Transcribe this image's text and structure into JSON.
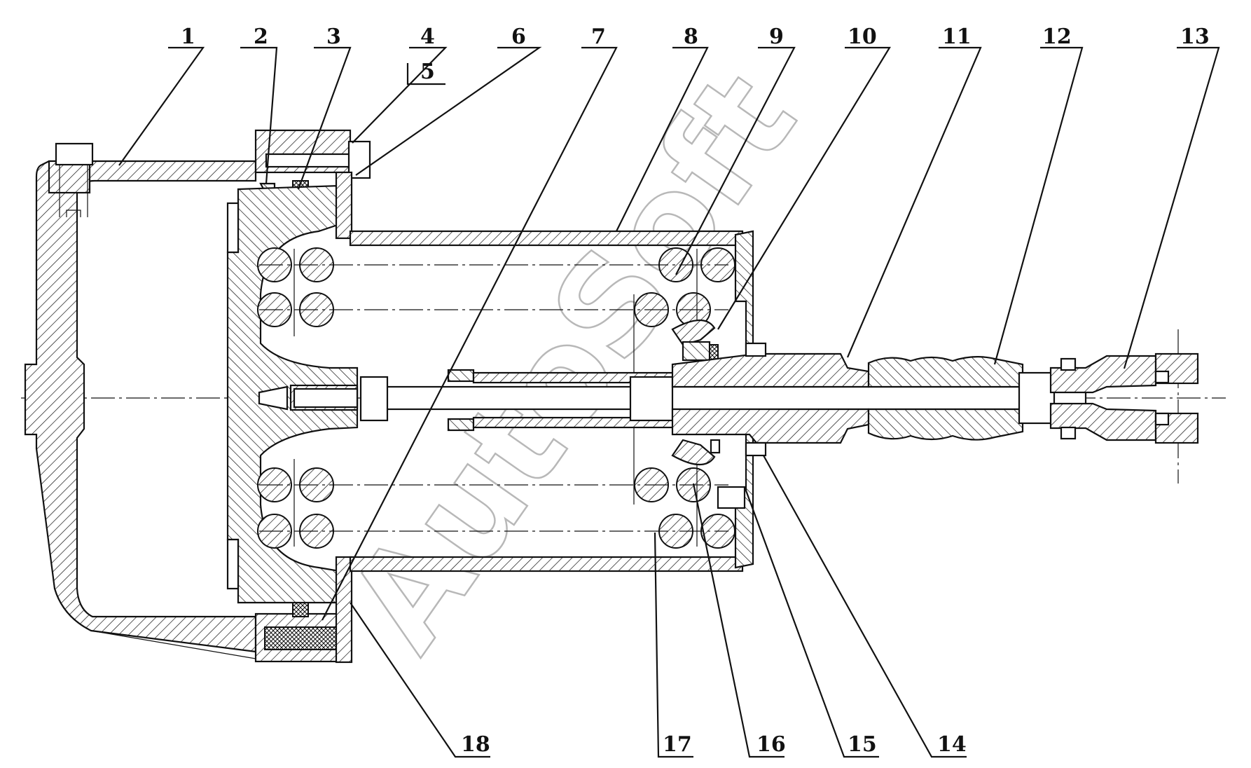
{
  "watermark": "AutoSoft",
  "labels": [
    "1",
    "2",
    "3",
    "4",
    "5",
    "6",
    "7",
    "8",
    "9",
    "10",
    "11",
    "12",
    "13",
    "14",
    "15",
    "16",
    "17",
    "18"
  ]
}
